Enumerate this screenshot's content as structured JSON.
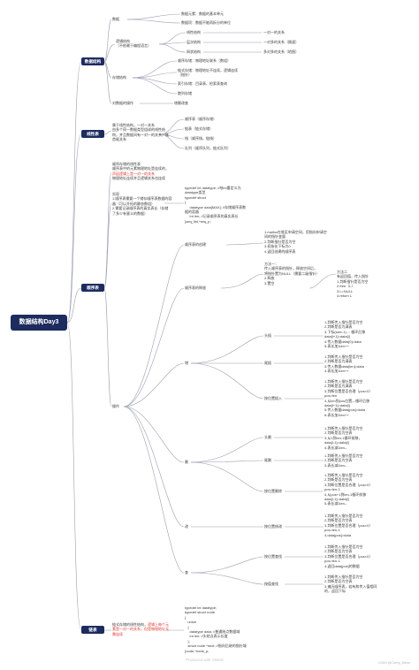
{
  "root": "数据结构Day3",
  "main": [
    "数据结构",
    "线性表",
    "顺序表",
    "链表"
  ],
  "sec1": {
    "data": "数据",
    "data_elem": "数据元素：数据的基本单元",
    "data_item": "数据项：数据不能再拆分的单位",
    "logic": "逻辑结构\n（不依赖于编程语言）",
    "linear": "线性结构",
    "linear_desc": "一对一的关系",
    "tree": "层次结构",
    "tree_desc": "一对多的关系（跳速）",
    "net": "网状结构",
    "net_desc": "多对多的关系（地图）",
    "storage": "存储结构",
    "seq": "顺序存储：物理地址联系（数组）",
    "link": "链式存储：物理地址不连续，逻辑连续\n（指针）",
    "idx": "索引存储：目录表、检索表查询",
    "hash": "散列存储",
    "ops": "对数据的操作",
    "ops_desc": "增删改查"
  },
  "sec2": {
    "desc": "属于线性结构，一对一关系\n由多个同一数据类型组成的线性结\n构，并且数据间有一对一的关系，既\n首尾关系",
    "seqlist": "顺序表（顺序存储）",
    "linklist": "链表（链式存储）",
    "stack": "栈（顺序栈，链栈）",
    "queue": "队列（顺序队列，链式队列）"
  },
  "sec3": {
    "desc_a": "顺序存储的线性表",
    "desc_b": "顺序表中的元素物理地址是连续的，",
    "desc_c": "声因逻辑上是一对一的关系",
    "desc_d": "物理地址连续并且逻辑关系也连续",
    "impl": "实现\n1.顺序表需要一个储存顺序表数据的容\n器（可以开拓的静态数组）\n2.需要记录顺序表的真实表长（存储\n了多少有意义的数据）",
    "struct": "typedef int datatype; //给int重定义为\ndatatype类型\ntypedef struct\n{\n     datatype data[MAX]; //存储顺序表数\n据的容器\n     int len; //记录顺序表的真实表长\n}seq_list,*seq_p;",
    "create": "顺序表的创建",
    "create_steps": "1.malloc在堆区申请空间，用指向申请空\n间的指针变量\n2.判断指针是否为空\n3.初始化下标为0\n4.返回创建的顺序表",
    "free": "顺序表的释放",
    "free_a": "方法一：\n传入顺序表的指针，释放空间后，\n将指针置为NULL（需要二级指针）\n2.释放\n3.置空",
    "free_b": "方法二\n有返回值，传入指针\n1.判断指针是否为空\n2.free（L）\n3.L=NULL\n4.return L",
    "ops": "操作",
    "add": "增",
    "head": "头插",
    "head_steps": "1.判断传入指针是否为空\n2.判断是否为满表\n3.下标(size-1)...: 循环后移\ndata[i+1]=data[i]\n4.传入数据data[0]=data\n5.表长加1len++",
    "tail": "尾插",
    "tail_steps": "1.判断传入指针是否为空\n2.判断是否为满表\n3.传入数据data[len]=data\n4.表长加1len++",
    "pos": "按位置插入",
    "pos_steps": "1.判断传入指针是否为空\n2.判断是否为满表\n3.判断位置是否合理（pos<0）\npos>len\n4.从len到pos位置—循环后移\ndata[i+1]=data[i]\n5.传入数据data[pos]=data\n6.表长加1len++",
    "del": "删",
    "dhead": "头删",
    "dhead_steps": "1.判断传入指针是否为空\n2.判断是否为空表\n3.从1到len-1循环前移，\ndata[i-1]=data[i]\n4.表长减1len--",
    "dtail": "尾删",
    "dtail_steps": "1.判断传入指针是否为空\n2.判断是否为空表\n3.表长减1len--",
    "dpos": "按位置删除",
    "dpos_steps": "1.判断传入指针是否为空\n2.判断是否为空表\n3.判断位置是否合理（pos<0）\npos>len-1\n4.从pos+1到len-1循环前移\ndata[i-1]=data[i]\n5.表长减1len--",
    "mod": "改",
    "mpos": "按位置修改",
    "mpos_steps": "1.判断传入指针是否为空\n2.判断是否为空表\n3.判断位置是否合理（pos<0）\npos>len-1\n4.data[pos]=data",
    "find": "查",
    "fpos": "按位置查找",
    "fpos_steps": "1.判断传入指针是否为空\n2.判断是否为空表\n3.判断位置是否合理（pos<0）\npos>len-1\n4.返回data[pos]的数据",
    "fval": "按值查找",
    "fval_steps": "1.判断传入指针是否为空\n2.判断是否为空表\n3.遍历顺序表，若有和传入值相同\n的，返回下标"
  },
  "sec4": {
    "desc_a": "链式存储的线性结构，",
    "desc_b": "逻辑上每个元\n素是一对一的关系，但是物理地址无\n需连续",
    "code": "typedef int datatype;\ntypedef struct node\n{\n   union\n   {\n     datatype data; //普通结点数据域\n     int len; //头结点表示长度\n   };\n   struct node *next; //指向后继的指针域\n}node,*node_p;"
  },
  "watermark": "Produced with XMind",
  "corner": "CSDN @Cherry_Meow"
}
